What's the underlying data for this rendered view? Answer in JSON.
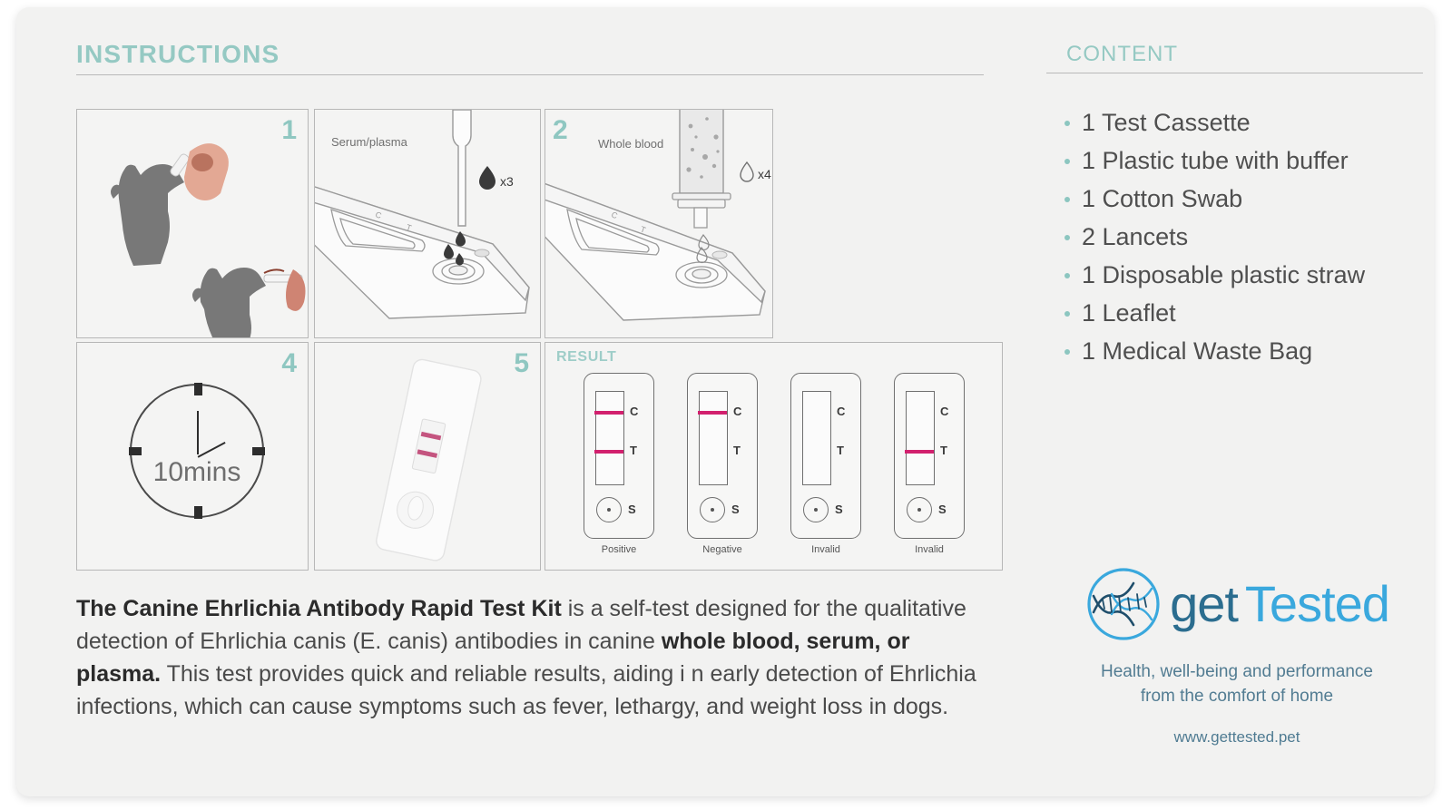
{
  "card": {
    "instructions_heading": "INSTRUCTIONS",
    "content_heading": "CONTENT"
  },
  "steps": [
    {
      "number": "1",
      "label": "",
      "icon": "dog-sampling-icon"
    },
    {
      "number": "",
      "label": "Serum/plasma",
      "drops": "x3",
      "icon": "pipette-icon"
    },
    {
      "number": "2",
      "label": "Whole blood",
      "drops": "x4",
      "icon": "buffer-tube-icon"
    },
    {
      "number": "4",
      "label": "10mins",
      "icon": "clock-icon"
    },
    {
      "number": "5",
      "label": "",
      "icon": "cassette-photo-icon"
    }
  ],
  "result": {
    "heading": "RESULT",
    "line_color": "#d2206e",
    "cassettes": [
      {
        "label": "Positive",
        "c_line": true,
        "t_line": true,
        "marks": {
          "c": "C",
          "t": "T",
          "s": "S"
        }
      },
      {
        "label": "Negative",
        "c_line": true,
        "t_line": false,
        "marks": {
          "c": "C",
          "t": "T",
          "s": "S"
        }
      },
      {
        "label": "Invalid",
        "c_line": false,
        "t_line": false,
        "marks": {
          "c": "C",
          "t": "T",
          "s": "S"
        }
      },
      {
        "label": "Invalid",
        "c_line": false,
        "t_line": true,
        "marks": {
          "c": "C",
          "t": "T",
          "s": "S"
        }
      }
    ]
  },
  "content_items": [
    "1 Test Cassette",
    "1 Plastic tube with buffer",
    "1 Cotton Swab",
    "2 Lancets",
    "1 Disposable plastic straw",
    "1 Leaflet",
    "1 Medical Waste Bag"
  ],
  "description": {
    "bold_1": "The Canine Ehrlichia Antibody Rapid Test Kit",
    "text_1": " is a self-test designed for the qualitative detection of Ehrlichia canis (E. canis) antibodies in canine ",
    "bold_2": "whole blood, serum, or plasma.",
    "text_2": " This test provides quick and reliable results, aiding i n early detection of Ehrlichia infections, which can cause symptoms such as fever, lethargy, and weight loss in dogs."
  },
  "brand": {
    "word_1": "get",
    "word_2": "Tested",
    "tagline_line_1": "Health, well-being and performance",
    "tagline_line_2": "from the comfort of home",
    "url": "www.gettested.pet",
    "color_dark": "#2b6d8f",
    "color_light": "#3aa8dd"
  },
  "colors": {
    "accent_teal": "#8fc7c1",
    "card_bg": "#f2f2f1",
    "result_line": "#d2206e"
  }
}
